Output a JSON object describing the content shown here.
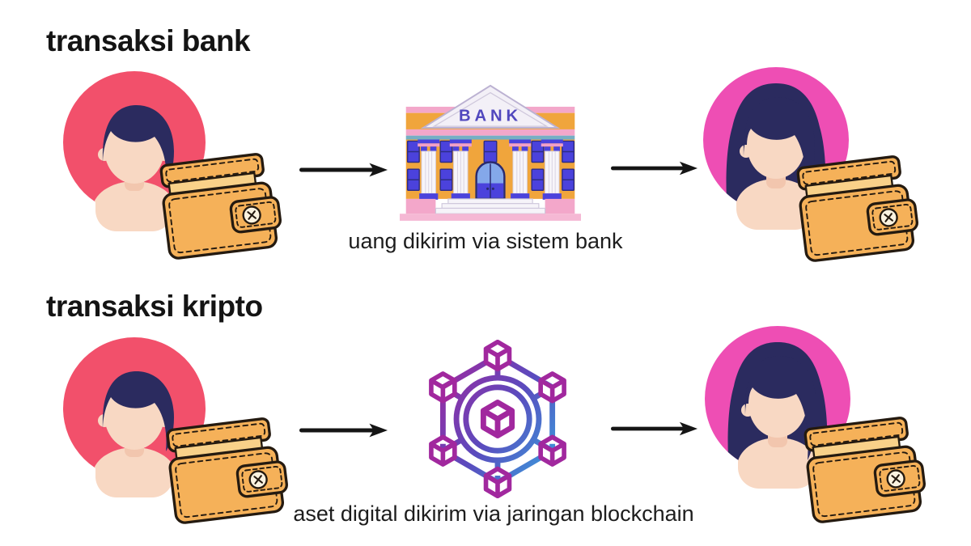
{
  "sections": [
    {
      "id": "bank-transaction",
      "title": "transaksi bank",
      "caption": "uang dikirim via sistem bank",
      "center_icon": "bank-building-icon",
      "bank_sign_text": "BANK",
      "sender_icon": "man-avatar-icon",
      "receiver_icon": "woman-avatar-icon"
    },
    {
      "id": "crypto-transaction",
      "title": "transaksi kripto",
      "caption": "aset digital dikirim via jaringan blockchain",
      "center_icon": "blockchain-network-icon",
      "sender_icon": "man-avatar-icon",
      "receiver_icon": "woman-avatar-icon"
    }
  ],
  "icons": {
    "sender_avatar": "man-avatar-icon",
    "receiver_avatar": "woman-avatar-icon",
    "wallet": "wallet-icon",
    "arrow": "arrow-right-icon",
    "bank": "bank-building-icon",
    "blockchain": "blockchain-network-icon"
  },
  "colors": {
    "background": "#ffffff",
    "title_text": "#141414",
    "caption_text": "#1d1d1d",
    "arrow": "#151515",
    "man_avatar_circle": "#f2506b",
    "woman_avatar_circle": "#ee4eb4",
    "hair": "#2b2b5f",
    "skin": "#f8d8c3",
    "wallet_body": "#f5b159",
    "wallet_outline": "#241a10",
    "bank_wall": "#f0a53c",
    "bank_pink": "#f3a7ca",
    "bank_teal": "#76afc4",
    "bank_window": "#4b42dc",
    "bank_sign_text": "#5148be",
    "blockchain_gradient_start": "#a1289e",
    "blockchain_gradient_end": "#35a8e1"
  }
}
